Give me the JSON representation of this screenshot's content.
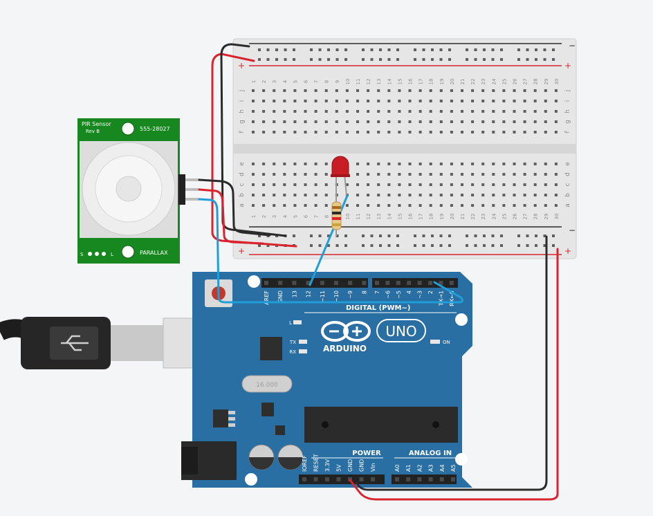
{
  "pir_sensor": {
    "title_line1": "PIR Sensor",
    "title_line2": "Rev B",
    "part_number": "555-28027",
    "brand": "PARALLAX",
    "pin_left": "S",
    "pin_right": "L"
  },
  "breadboard": {
    "columns": [
      "1",
      "2",
      "3",
      "4",
      "5",
      "6",
      "7",
      "8",
      "9",
      "10",
      "11",
      "12",
      "13",
      "14",
      "15",
      "16",
      "17",
      "18",
      "19",
      "20",
      "21",
      "22",
      "23",
      "24",
      "25",
      "26",
      "27",
      "28",
      "29",
      "30"
    ],
    "rows_top": [
      "j",
      "i",
      "h",
      "g",
      "f"
    ],
    "rows_bottom": [
      "e",
      "d",
      "c",
      "b",
      "a"
    ],
    "rail_minus": "−",
    "rail_plus": "+"
  },
  "arduino": {
    "brand": "ARDUINO",
    "model": "UNO",
    "digital_label": "DIGITAL (PWM~)",
    "header_top_left": [
      "AREF",
      "GND",
      "13",
      "12",
      "~11",
      "~10",
      "~9",
      "8"
    ],
    "header_top_right": [
      "7",
      "~6",
      "~5",
      "4",
      "~3",
      "2",
      "TX→1",
      "RX←0"
    ],
    "power_label": "POWER",
    "analog_label": "ANALOG IN",
    "power_pins": [
      "IOREF",
      "RESET",
      "3.3V",
      "5V",
      "GND",
      "GND",
      "Vin"
    ],
    "analog_pins": [
      "A0",
      "A1",
      "A2",
      "A3",
      "A4",
      "A5"
    ],
    "led_l": "L",
    "led_tx": "TX",
    "led_rx": "RX",
    "led_on": "ON",
    "crystal": "16.000"
  },
  "colors": {
    "wire_red": "#d9232d",
    "wire_black": "#2b2b2b",
    "wire_blue": "#1f9ed9",
    "arduino_blue": "#2a6fa3",
    "pir_green": "#17871f",
    "led_red": "#c81d25"
  }
}
